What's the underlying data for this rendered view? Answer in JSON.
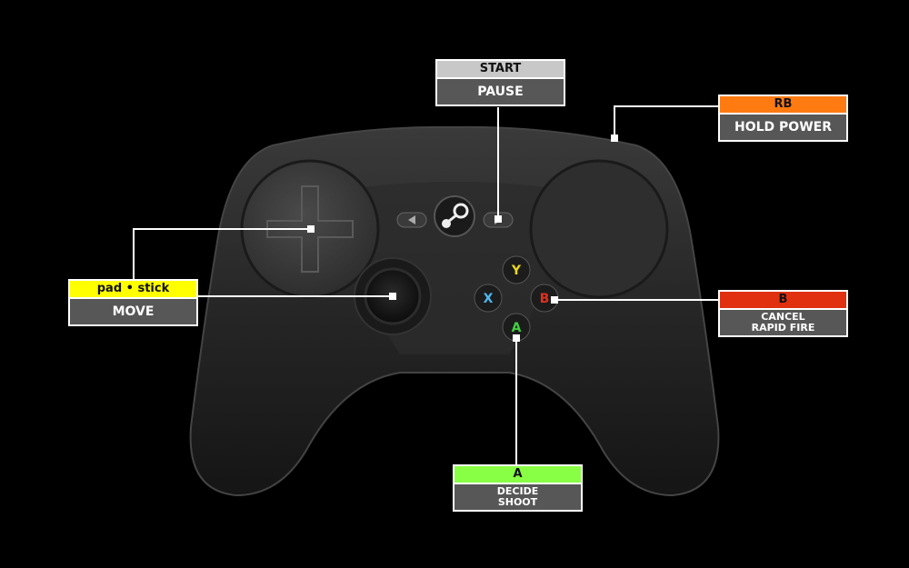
{
  "labels": {
    "start": {
      "button": "START",
      "action": "PAUSE",
      "color": "#c8c8c8"
    },
    "rb": {
      "button": "RB",
      "action": "HOLD POWER",
      "color": "#ff7a10"
    },
    "pad": {
      "button": "pad • stick",
      "action": "MOVE",
      "color": "#ffff00"
    },
    "b": {
      "button": "B",
      "action_line1": "CANCEL",
      "action_line2": "RAPID FIRE",
      "color": "#e03010"
    },
    "a": {
      "button": "A",
      "action_line1": "DECIDE",
      "action_line2": "SHOOT",
      "color": "#88ff44"
    }
  },
  "controller": {
    "face_buttons": {
      "y": "Y",
      "x": "X",
      "b": "B",
      "a": "A"
    },
    "face_colors": {
      "y": "#e8d820",
      "x": "#50b8f0",
      "b": "#e03020",
      "a": "#40d040"
    }
  }
}
